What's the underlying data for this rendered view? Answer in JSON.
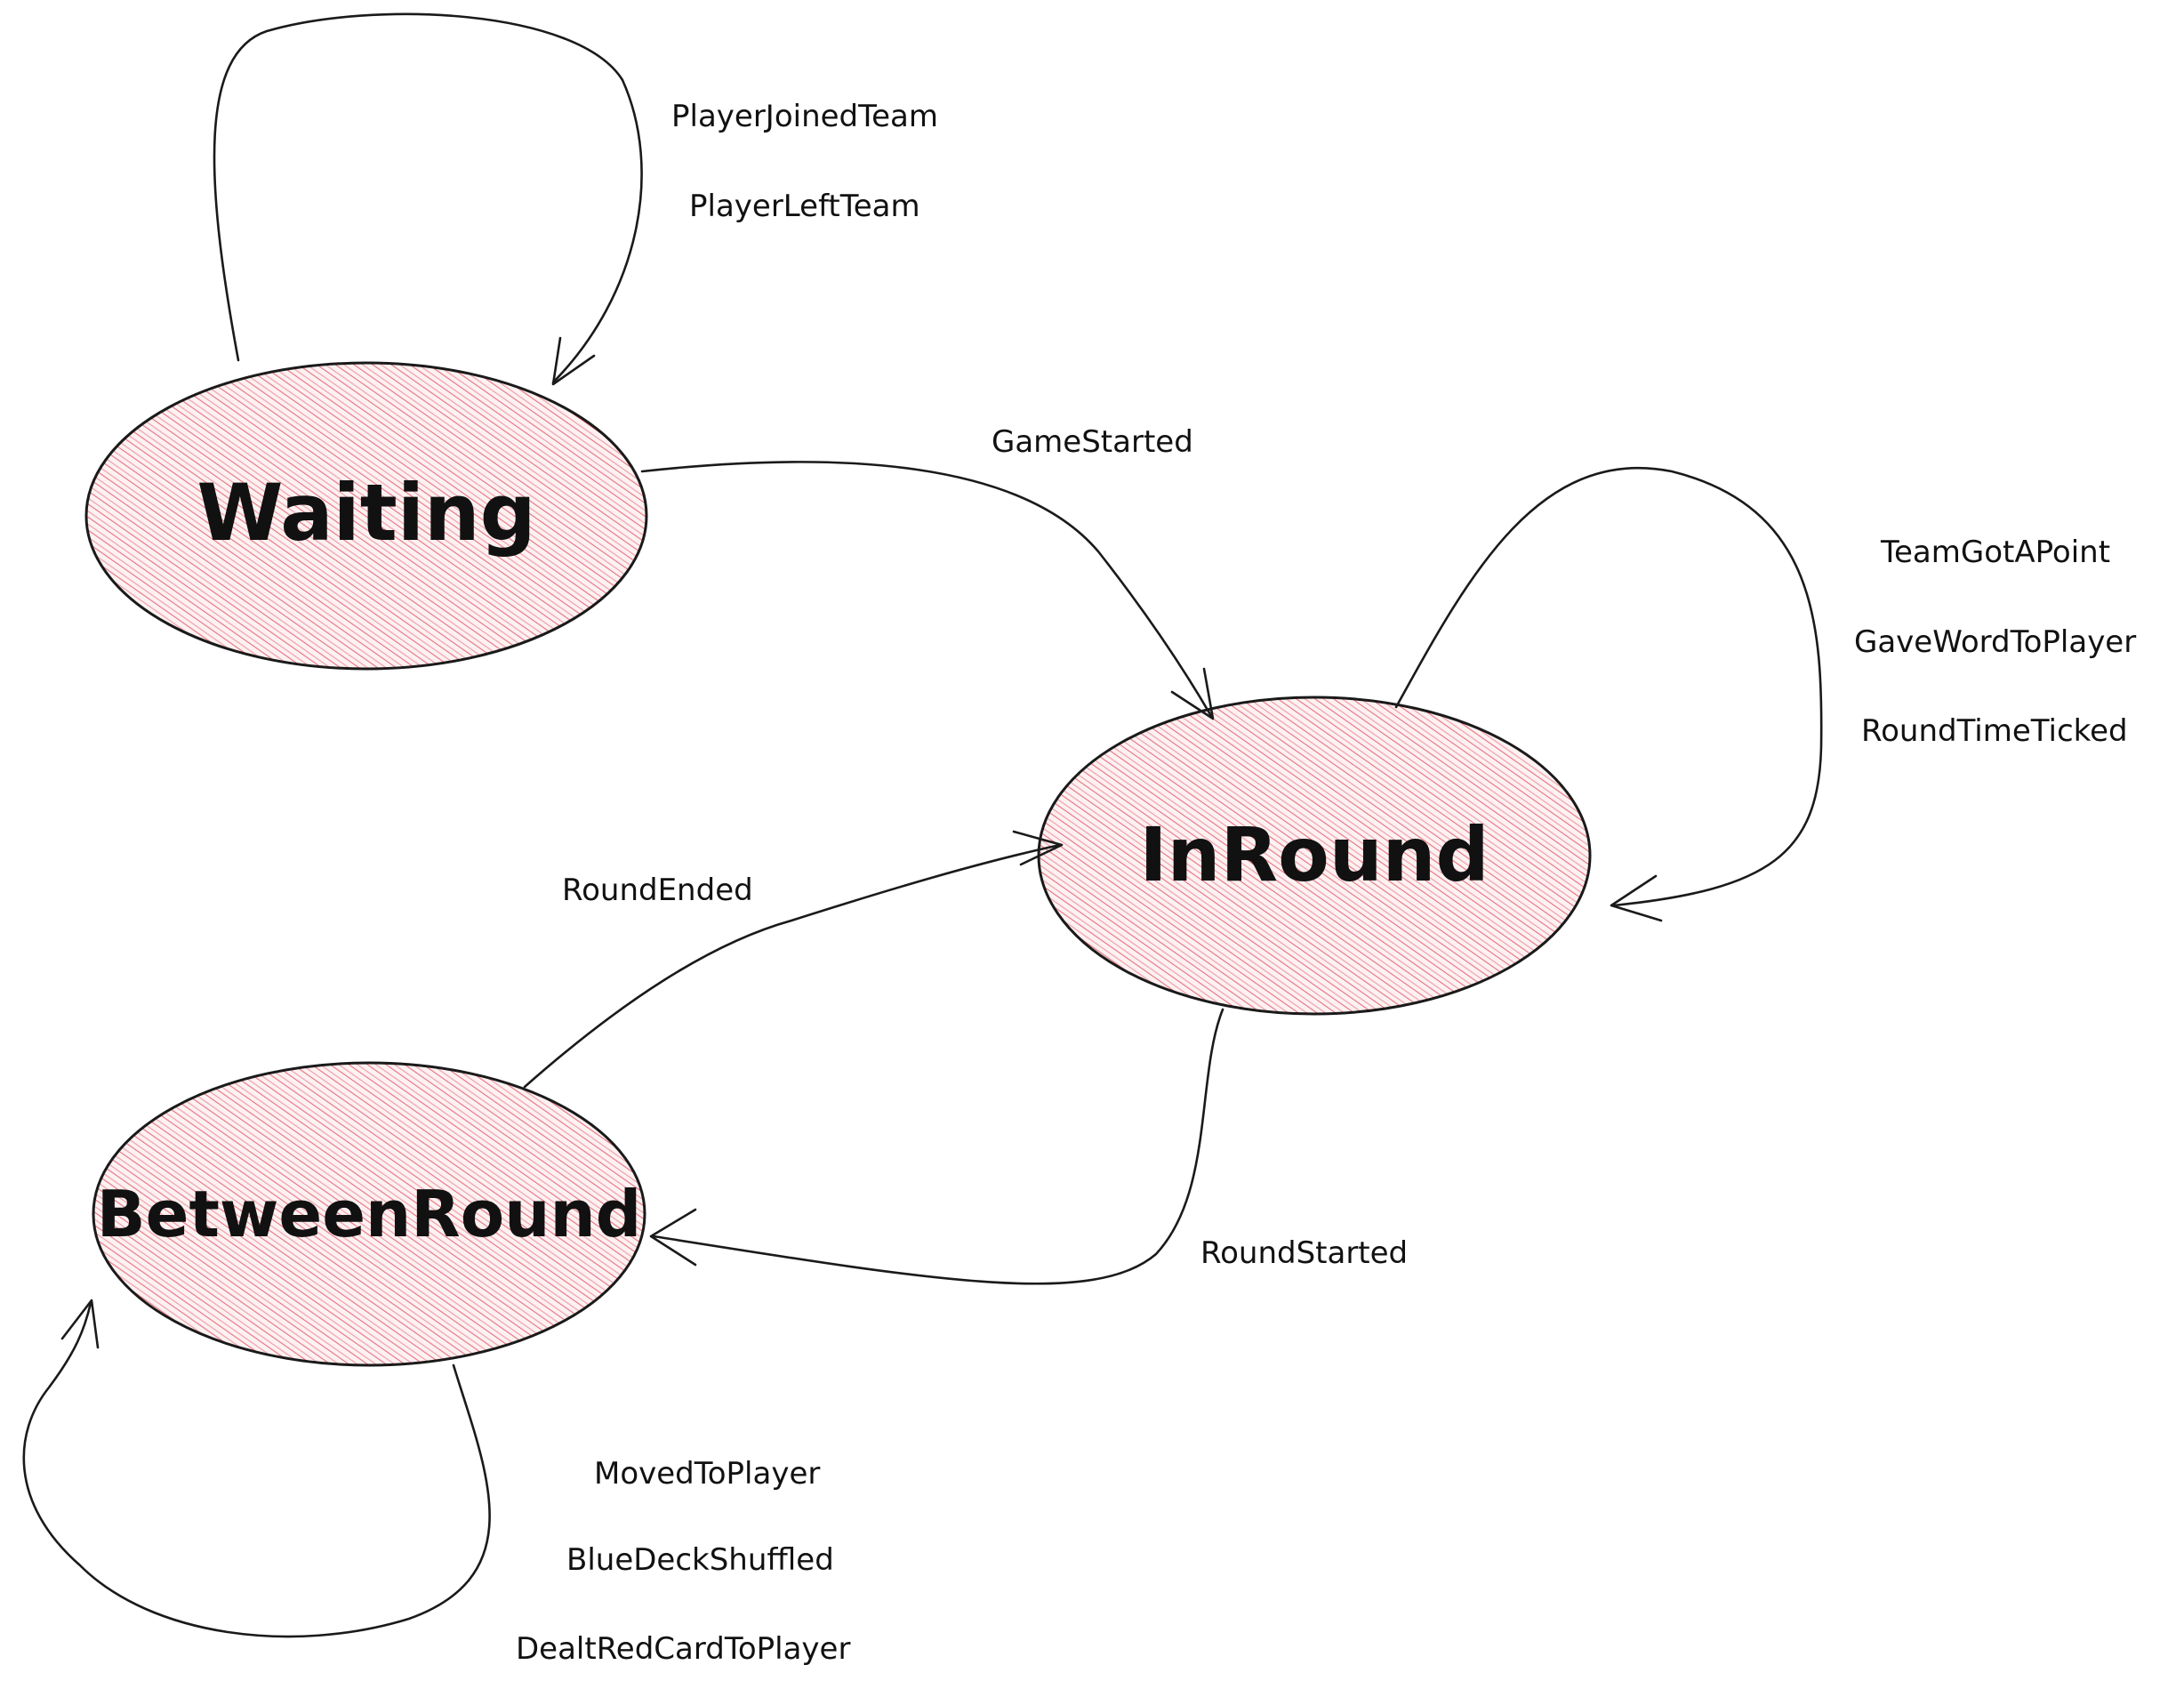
{
  "colors": {
    "state_fill": "#f08a8f",
    "stroke": "#1a1a1a",
    "background": "#ffffff"
  },
  "states": [
    {
      "id": "waiting",
      "label": "Waiting"
    },
    {
      "id": "inround",
      "label": "InRound"
    },
    {
      "id": "betweenround",
      "label": "BetweenRound"
    }
  ],
  "transitions": [
    {
      "id": "waiting-self",
      "from": "waiting",
      "to": "waiting",
      "labels": [
        "PlayerJoinedTeam",
        "PlayerLeftTeam"
      ]
    },
    {
      "id": "waiting-to-inround",
      "from": "waiting",
      "to": "inround",
      "labels": [
        "GameStarted"
      ]
    },
    {
      "id": "inround-self",
      "from": "inround",
      "to": "inround",
      "labels": [
        "TeamGotAPoint",
        "GaveWordToPlayer",
        "RoundTimeTicked"
      ]
    },
    {
      "id": "betweenround-to-inround",
      "from": "betweenround",
      "to": "inround",
      "labels": [
        "RoundEnded"
      ]
    },
    {
      "id": "inround-to-betweenround",
      "from": "inround",
      "to": "betweenround",
      "labels": [
        "RoundStarted"
      ]
    },
    {
      "id": "betweenround-self",
      "from": "betweenround",
      "to": "betweenround",
      "labels": [
        "MovedToPlayer",
        "BlueDeckShuffled",
        "DealtRedCardToPlayer"
      ]
    }
  ]
}
